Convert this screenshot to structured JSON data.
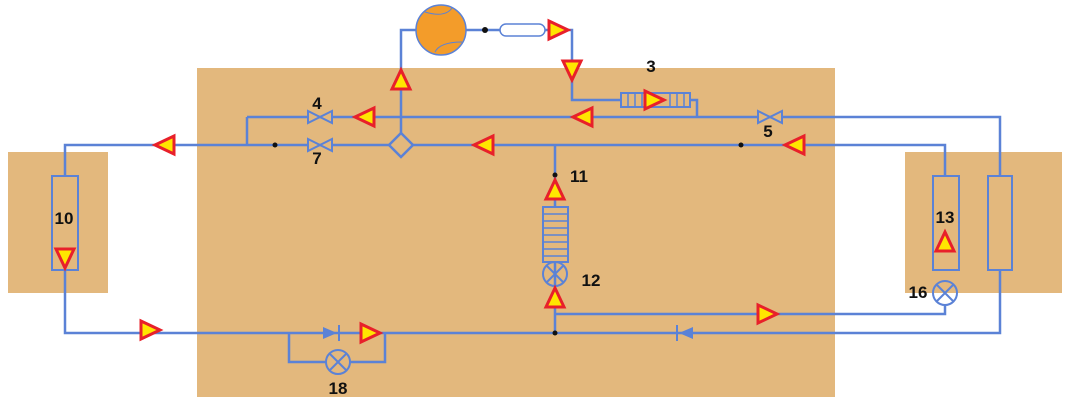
{
  "colors": {
    "zone": "#E3B87D",
    "pipe": "#5B82D6",
    "compressor": "#F39C2A",
    "arrow_fill": "#FFE600",
    "arrow_stroke": "#E8202A"
  },
  "labels": {
    "l3": "3",
    "l4": "4",
    "l5": "5",
    "l7": "7",
    "l10": "10",
    "l11": "11",
    "l12": "12",
    "l13": "13",
    "l16": "16",
    "l18": "18"
  }
}
